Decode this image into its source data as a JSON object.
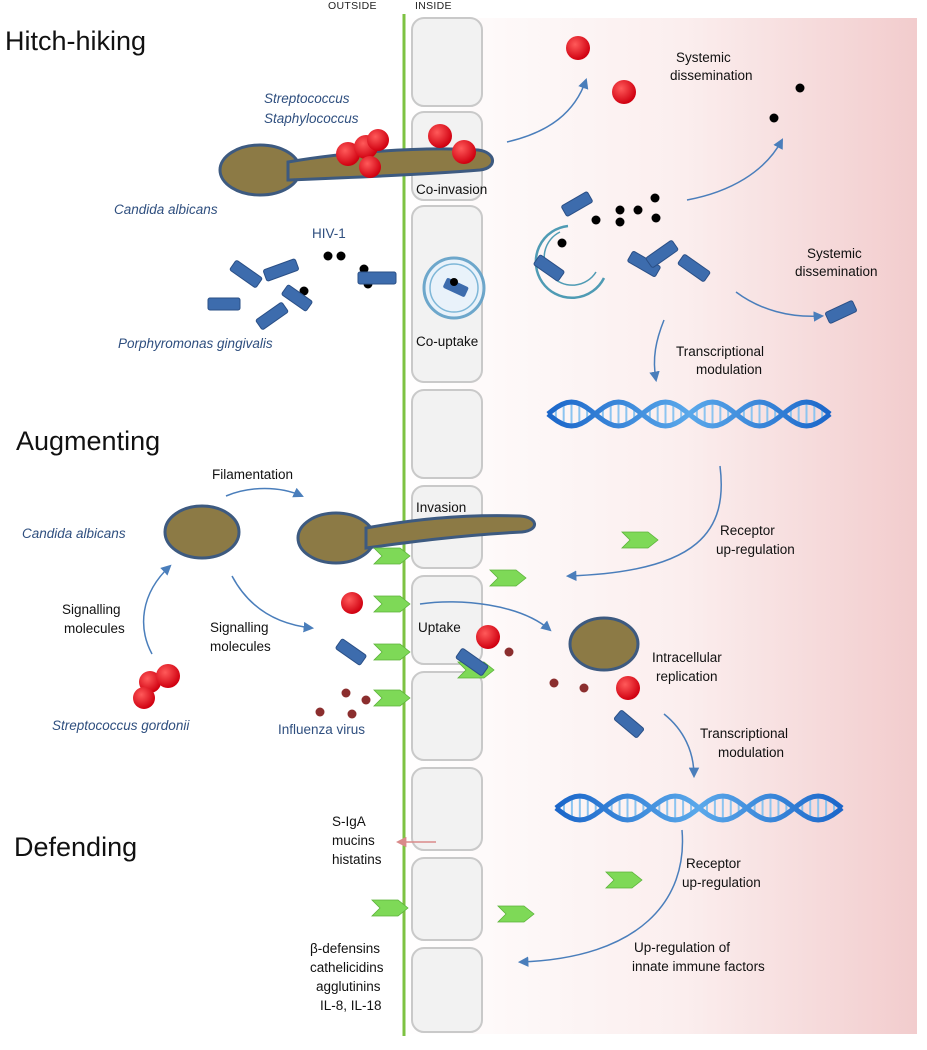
{
  "header": {
    "outside": "OUTSIDE",
    "inside": "INSIDE"
  },
  "sections": {
    "hitchhiking": "Hitch-hiking",
    "augmenting": "Augmenting",
    "defending": "Defending"
  },
  "hitchhiking": {
    "streptococcus": "Streptococcus",
    "staphylococcus": "Staphylococcus",
    "candida": "Candida albicans",
    "hiv": "HIV-1",
    "porphyromonas": "Porphyromonas gingivalis",
    "coinvasion": "Co-invasion",
    "couptake": "Co-uptake",
    "systemic1_line1": "Systemic",
    "systemic1_line2": "dissemination",
    "systemic2_line1": "Systemic",
    "systemic2_line2": "dissemination",
    "transcriptional_line1": "Transcriptional",
    "transcriptional_line2": "modulation"
  },
  "augmenting": {
    "filamentation": "Filamentation",
    "candida": "Candida albicans",
    "signalling_left_line1": "Signalling",
    "signalling_left_line2": "molecules",
    "signalling_mid_line1": "Signalling",
    "signalling_mid_line2": "molecules",
    "gordonii": "Streptococcus gordonii",
    "influenza": "Influenza virus",
    "invasion": "Invasion",
    "uptake": "Uptake",
    "receptor_line1": "Receptor",
    "receptor_line2": "up-regulation",
    "intracellular_line1": "Intracellular",
    "intracellular_line2": "replication",
    "transcriptional_line1": "Transcriptional",
    "transcriptional_line2": "modulation"
  },
  "defending": {
    "sIgA": "S-IgA",
    "mucins": "mucins",
    "histatins": "histatins",
    "receptor_line1": "Receptor",
    "receptor_line2": "up-regulation",
    "innate_line1": "Up-regulation of",
    "innate_line2": "innate immune  factors",
    "bdefensins": "β-defensins",
    "cathelicidins": "cathelicidins",
    "agglutinins": "agglutinins",
    "interleukins": "IL-8, IL-18"
  },
  "colors": {
    "membrane": "#7dc242",
    "candida_fill": "#8c7a45",
    "candida_stroke": "#3d5a80",
    "rod_fill": "#3d6cad",
    "coccus": "#e3000f",
    "virus_dot": "#000000",
    "influenza_dot": "#8b2e2e",
    "receptor": "#7ed957",
    "arrow": "#4a7ebb",
    "gradient_end": "#f2cccd"
  }
}
